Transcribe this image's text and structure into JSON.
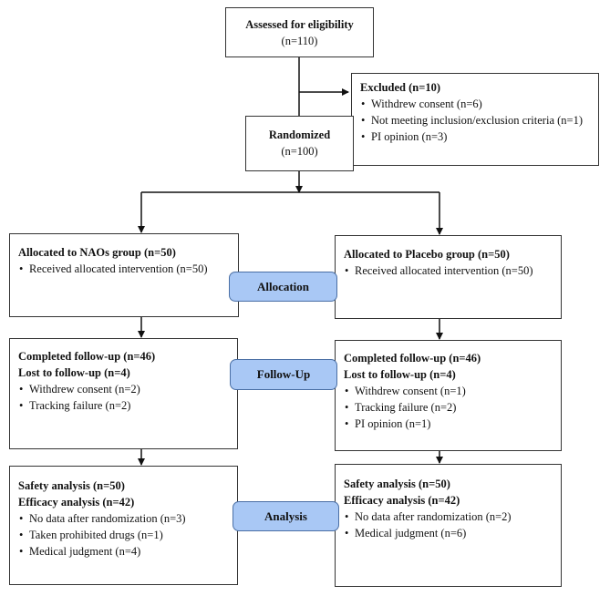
{
  "assessed": {
    "title": "Assessed for eligibility",
    "n": "(n=110)"
  },
  "excluded": {
    "title": "Excluded (n=10)",
    "items": [
      "Withdrew consent (n=6)",
      "Not meeting inclusion/exclusion criteria (n=1)",
      "PI opinion (n=3)"
    ]
  },
  "randomized": {
    "title": "Randomized",
    "n": "(n=100)"
  },
  "stages": {
    "allocation": "Allocation",
    "followup": "Follow-Up",
    "analysis": "Analysis"
  },
  "left": {
    "allocation": {
      "title": "Allocated to NAOs group (n=50)",
      "items": [
        "Received allocated intervention (n=50)"
      ]
    },
    "followup": {
      "completed": "Completed follow-up (n=46)",
      "lost": "Lost to follow-up (n=4)",
      "items": [
        "Withdrew consent (n=2)",
        "Tracking failure (n=2)"
      ]
    },
    "analysis": {
      "safety": "Safety analysis (n=50)",
      "efficacy": "Efficacy analysis (n=42)",
      "items": [
        "No data after randomization (n=3)",
        "Taken prohibited drugs (n=1)",
        "Medical judgment (n=4)"
      ]
    }
  },
  "right": {
    "allocation": {
      "title": "Allocated to Placebo group (n=50)",
      "items": [
        "Received allocated intervention (n=50)"
      ]
    },
    "followup": {
      "completed": "Completed follow-up (n=46)",
      "lost": "Lost to follow-up (n=4)",
      "items": [
        "Withdrew consent (n=1)",
        "Tracking failure (n=2)",
        "PI opinion (n=1)"
      ]
    },
    "analysis": {
      "safety": "Safety analysis (n=50)",
      "efficacy": "Efficacy analysis (n=42)",
      "items": [
        "No data after randomization (n=2)",
        "Medical judgment (n=6)"
      ]
    }
  }
}
